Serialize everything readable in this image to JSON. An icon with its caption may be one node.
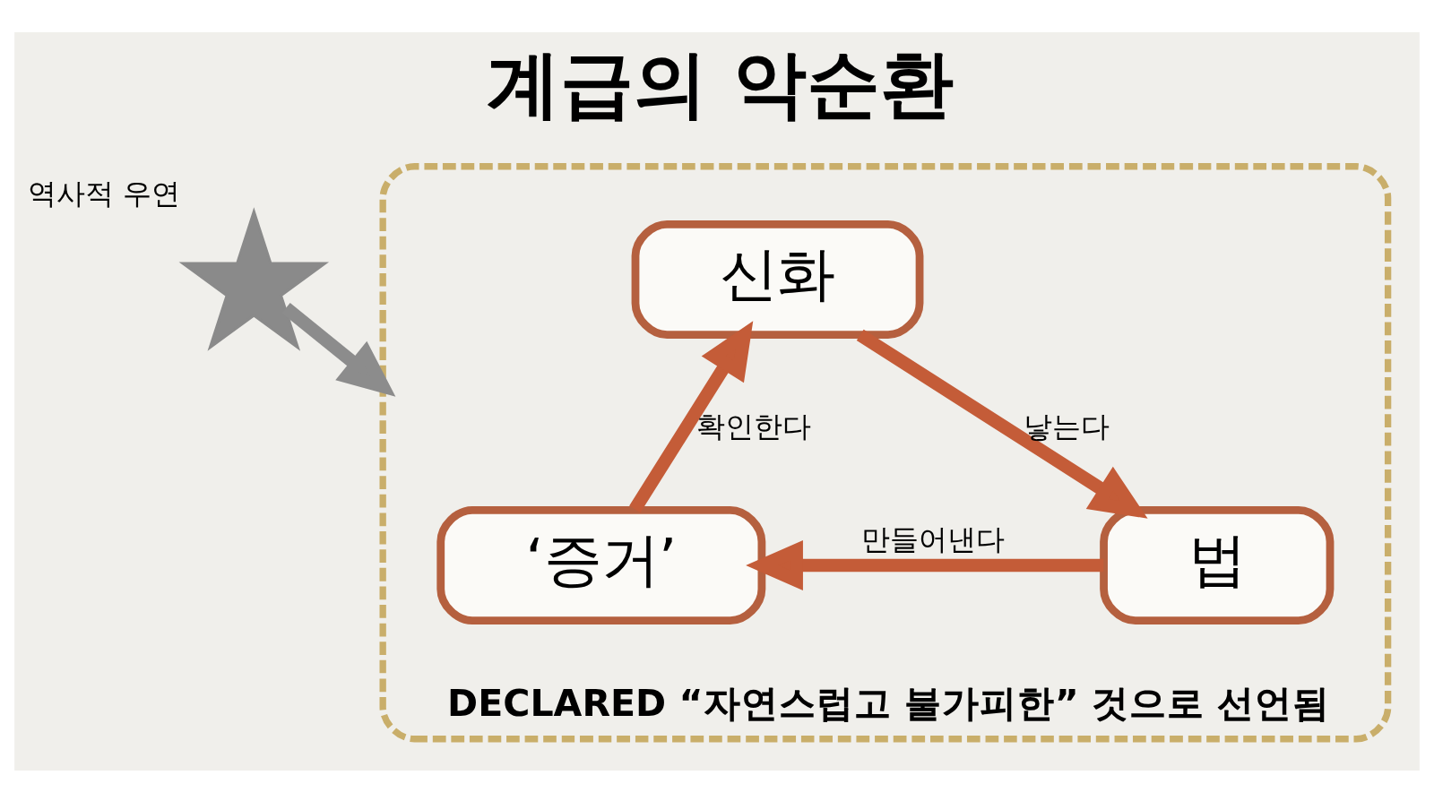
{
  "diagram": {
    "title": "계급의 악순환",
    "nodes": [
      {
        "text": [],
        "shape": "star",
        "beside": [
          "역사적 우연"
        ]
      },
      {
        "text": [
          "DECLARED “자연스럽고 불가피한” 것으로 선언됨"
        ]
      },
      {
        "text": [
          "신화"
        ],
        "in": 1
      },
      {
        "text": [
          "법"
        ],
        "in": 1
      },
      {
        "text": [
          "‘증거’"
        ],
        "in": 1
      }
    ],
    "edges": [
      {
        "from": 0,
        "to": 1,
        "arrow": "to",
        "color": "#8c8c8c"
      },
      {
        "from": 2,
        "to": 3,
        "arrow": "to",
        "label": "낳는다"
      },
      {
        "from": 3,
        "to": 4,
        "arrow": "to",
        "label": "만들어낸다"
      },
      {
        "from": 4,
        "to": 2,
        "arrow": "to",
        "label": "확인한다"
      }
    ]
  }
}
